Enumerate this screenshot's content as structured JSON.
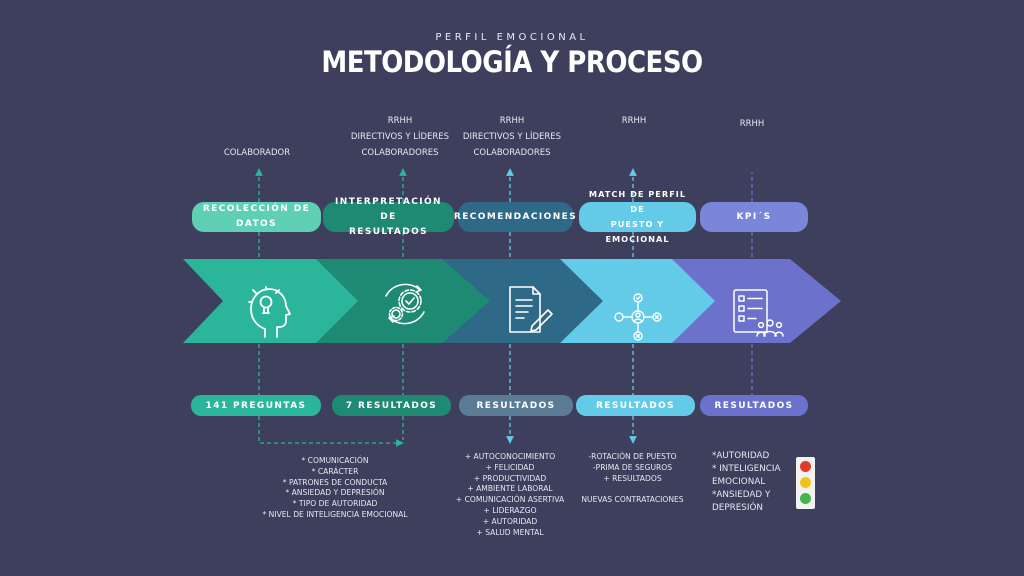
{
  "header": {
    "kicker": "PERFIL EMOCIONAL",
    "title": "METODOLOGÍA Y PROCESO"
  },
  "colors": {
    "background": "#3d3f5c",
    "step1": "#2bb59a",
    "step2": "#1f8a73",
    "step3": "#2e6987",
    "step4": "#63cbe7",
    "step5": "#6c72cc"
  },
  "stages": [
    {
      "participants": "COLABORADOR",
      "top_label": "RECOLECCIÓN DE\nDATOS",
      "icon": "head-lightbulb-icon",
      "bottom_label": "141 PREGUNTAS",
      "details": "* COMUNICACIÓN\n* CARÁCTER\n* PATRONES DE CONDUCTA\n* ANSIEDAD Y DEPRESIÓN\n* TIPO DE AUTORIDAD\n* NIVEL DE INTELIGENCIA EMOCIONAL"
    },
    {
      "participants": "RRHH\nDIRECTIVOS Y LÍDERES\nCOLABORADORES",
      "top_label": "INTERPRETACIÓN DE\nRESULTADOS",
      "icon": "gears-check-icon",
      "bottom_label": "7  RESULTADOS",
      "details": ""
    },
    {
      "participants": "RRHH\nDIRECTIVOS Y LÍDERES\nCOLABORADORES",
      "top_label": "RECOMENDACIONES",
      "icon": "document-pen-icon",
      "bottom_label": "RESULTADOS",
      "details": "+ AUTOCONOCIMIENTO\n+ FELICIDAD\n+ PRODUCTIVIDAD\n+ AMBIENTE LABORAL\n+ COMUNICACIÓN ASERTIVA\n+ LIDERAZGO\n+  AUTORIDAD\n+  SALUD MENTAL"
    },
    {
      "participants": "RRHH",
      "top_label": "MATCH DE PERFIL DE\nPUESTO Y EMOCIONAL",
      "icon": "profile-network-icon",
      "bottom_label": "RESULTADOS",
      "details": "-ROTACIÓN DE PUESTO\n-PRIMA DE SEGUROS\n+ RESULTADOS\n\nNUEVAS CONTRATACIONES"
    },
    {
      "participants": "RRHH",
      "top_label": "KPI´S",
      "icon": "checklist-team-icon",
      "bottom_label": "RESULTADOS",
      "details": "*AUTORIDAD\n* INTELIGENCIA\nEMOCIONAL\n*ANSIEDAD Y\nDEPRESIÓN"
    }
  ],
  "traffic_light": {
    "icon": "traffic-light-icon",
    "red": "#e03a2c",
    "yellow": "#f2c21c",
    "green": "#45b44a"
  }
}
